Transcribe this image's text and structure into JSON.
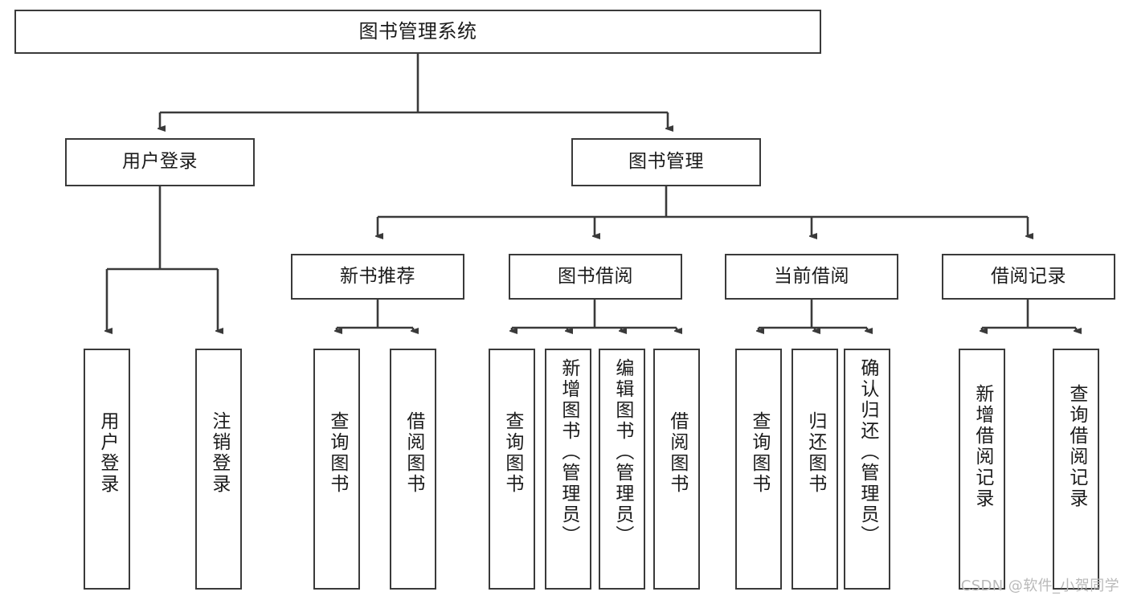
{
  "diagram": {
    "type": "tree-hierarchy",
    "title": "图书管理系统",
    "watermark": "CSDN @软件_小贺同学",
    "colors": {
      "box_border": "#3a3a3a",
      "box_fill": "#ffffff",
      "connector": "#3a3a3a",
      "text": "#1b1b1b",
      "watermark": "#b9b9b9",
      "background": "#ffffff"
    },
    "nodes": {
      "root": {
        "id": "root",
        "label": "图书管理系统",
        "level": 1,
        "orientation": "horizontal"
      },
      "level2": [
        {
          "id": "user-login",
          "label": "用户登录",
          "level": 2,
          "orientation": "horizontal"
        },
        {
          "id": "book-management",
          "label": "图书管理",
          "level": 2,
          "orientation": "horizontal"
        }
      ],
      "level3": [
        {
          "id": "new-book-recommend",
          "label": "新书推荐",
          "level": 3,
          "orientation": "horizontal",
          "parent": "book-management"
        },
        {
          "id": "book-borrow",
          "label": "图书借阅",
          "level": 3,
          "orientation": "horizontal",
          "parent": "book-management"
        },
        {
          "id": "current-borrow",
          "label": "当前借阅",
          "level": 3,
          "orientation": "horizontal",
          "parent": "book-management"
        },
        {
          "id": "borrow-record",
          "label": "借阅记录",
          "level": 3,
          "orientation": "horizontal",
          "parent": "book-management"
        }
      ],
      "leaves": [
        {
          "id": "leaf-user-login",
          "label": "用户登录",
          "orientation": "vertical",
          "parent": "user-login"
        },
        {
          "id": "leaf-logout-login",
          "label": "注销登录",
          "orientation": "vertical",
          "parent": "user-login"
        },
        {
          "id": "leaf-query-book-1",
          "label": "查询图书",
          "orientation": "vertical",
          "parent": "new-book-recommend"
        },
        {
          "id": "leaf-borrow-book-1",
          "label": "借阅图书",
          "orientation": "vertical",
          "parent": "new-book-recommend"
        },
        {
          "id": "leaf-query-book-2",
          "label": "查询图书",
          "orientation": "vertical",
          "parent": "book-borrow"
        },
        {
          "id": "leaf-add-book",
          "label": "新增图书（管理员）",
          "orientation": "vertical",
          "parent": "book-borrow"
        },
        {
          "id": "leaf-edit-book",
          "label": "编辑图书（管理员）",
          "orientation": "vertical",
          "parent": "book-borrow"
        },
        {
          "id": "leaf-borrow-book-2",
          "label": "借阅图书",
          "orientation": "vertical",
          "parent": "book-borrow"
        },
        {
          "id": "leaf-query-book-3",
          "label": "查询图书",
          "orientation": "vertical",
          "parent": "current-borrow"
        },
        {
          "id": "leaf-return-book",
          "label": "归还图书",
          "orientation": "vertical",
          "parent": "current-borrow"
        },
        {
          "id": "leaf-confirm-return",
          "label": "确认归还（管理员）",
          "orientation": "vertical",
          "parent": "current-borrow"
        },
        {
          "id": "leaf-add-record",
          "label": "新增借阅记录",
          "orientation": "vertical",
          "parent": "borrow-record"
        },
        {
          "id": "leaf-query-record",
          "label": "查询借阅记录",
          "orientation": "vertical",
          "parent": "borrow-record"
        }
      ]
    }
  }
}
